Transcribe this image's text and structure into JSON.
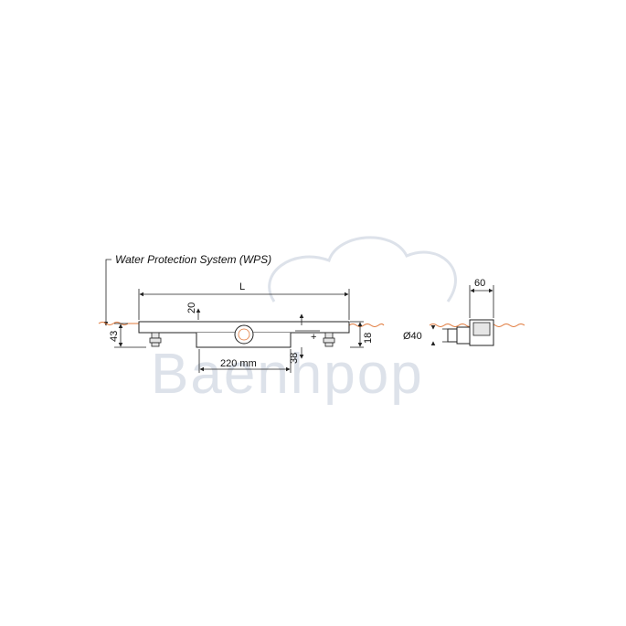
{
  "diagram": {
    "annotation": "Water Protection System (WPS)",
    "watermark": "Baenhpop",
    "dimensions": {
      "length": "L",
      "outlet_offset": "220 mm",
      "top_depth": "20",
      "total_height": "43",
      "outlet_height": "38",
      "right_height": "18",
      "side_width": "60",
      "outlet_diameter": "Ø40"
    },
    "colors": {
      "water_line": "#e0783a",
      "lines": "#222222",
      "watermark_fill": "#dde2ea"
    }
  }
}
